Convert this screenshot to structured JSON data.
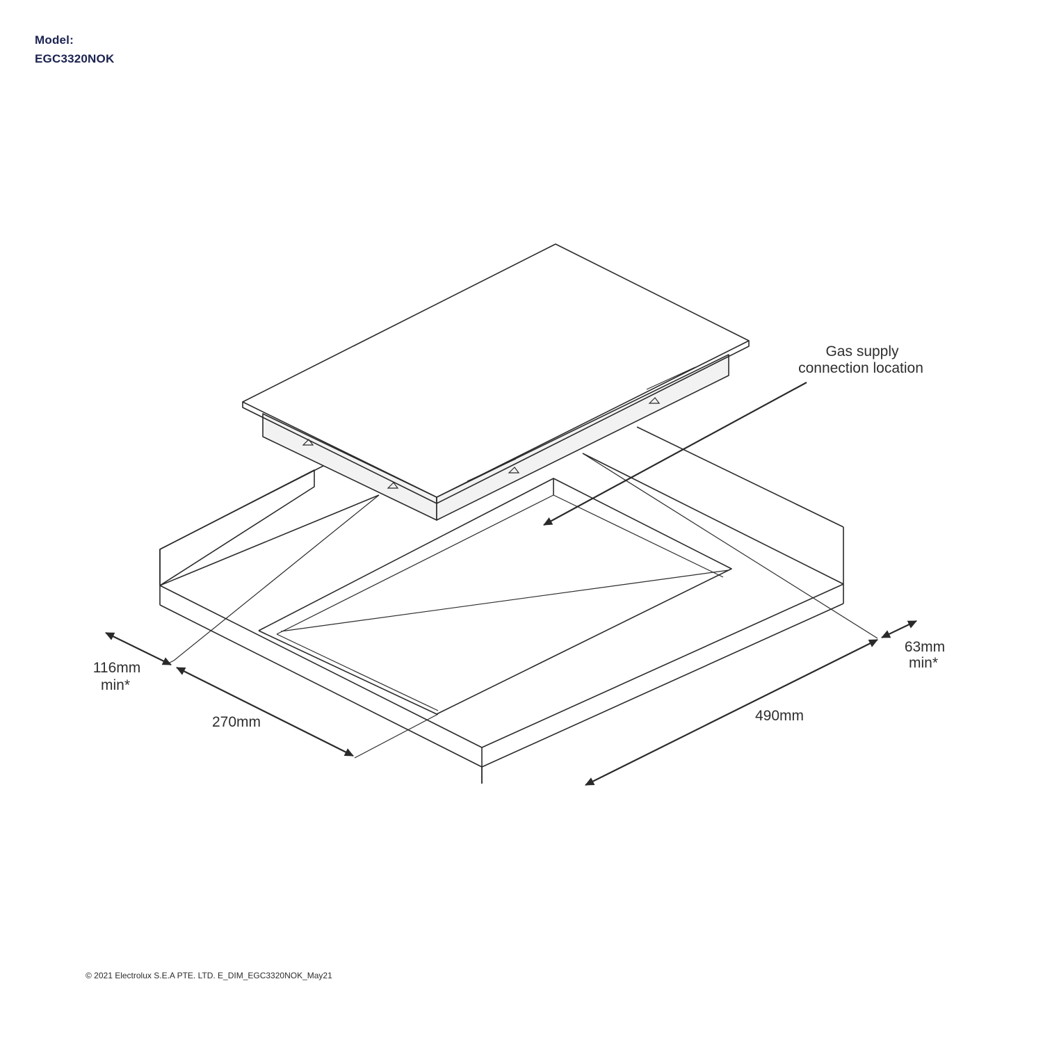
{
  "header": {
    "model_label": "Model:",
    "model_code": "EGC3320NOK"
  },
  "callout": {
    "line1": "Gas supply",
    "line2": "connection location"
  },
  "dimensions": {
    "d116_value": "116mm",
    "d116_note": "min*",
    "d270": "270mm",
    "d490": "490mm",
    "d63_value": "63mm",
    "d63_note": "min*"
  },
  "footer": {
    "text": "© 2021 Electrolux S.E.A PTE. LTD.  E_DIM_EGC3320NOK_May21"
  }
}
